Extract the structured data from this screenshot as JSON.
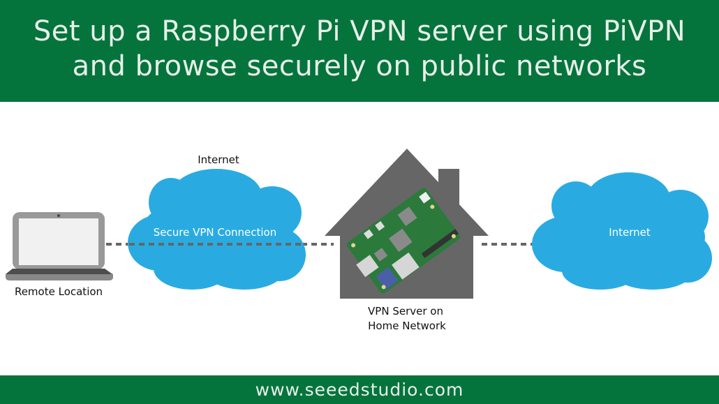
{
  "title": {
    "line1": "Set up a Raspberry Pi VPN server using PiVPN",
    "line2": "and browse securely on public networks"
  },
  "labels": {
    "remote_location": "Remote Location",
    "internet_top": "Internet",
    "secure_vpn": "Secure VPN Connection",
    "server_line1": "VPN Server on",
    "server_line2": "Home Network",
    "internet_right": "Internet"
  },
  "footer": {
    "url": "www.seeedstudio.com"
  },
  "colors": {
    "brand_green": "#04743c",
    "cloud_blue": "#29abe2",
    "house_gray": "#666666"
  }
}
